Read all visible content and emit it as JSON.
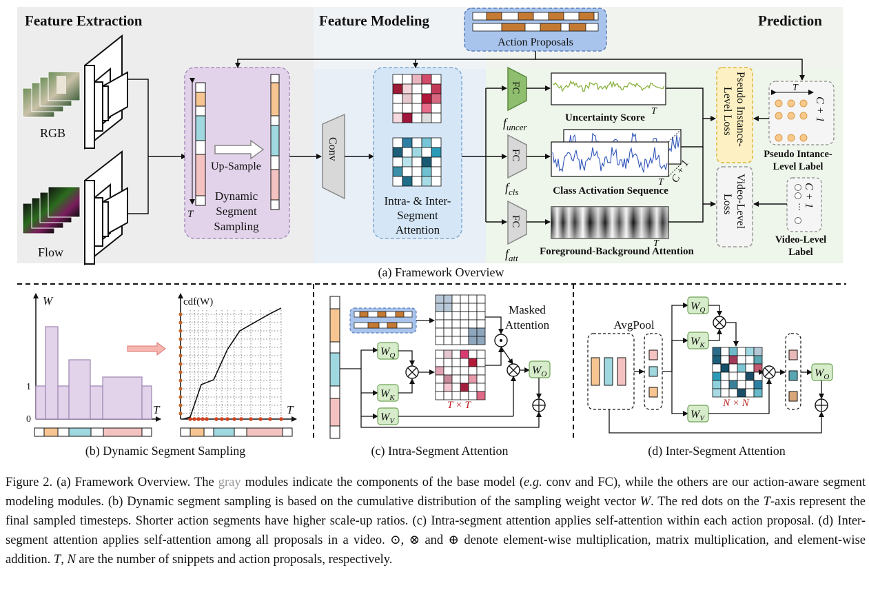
{
  "panel_a": {
    "sections": {
      "feature_extraction": "Feature Extraction",
      "feature_modeling": "Feature Modeling",
      "prediction": "Prediction"
    },
    "rgb_label": "RGB",
    "flow_label": "Flow",
    "upsample_label": "Up-Sample",
    "t_label": "T",
    "dss_line1": "Dynamic",
    "dss_line2": "Segment",
    "dss_line3": "Sampling",
    "conv_label": "Conv",
    "attn_line1": "Intra- & Inter-",
    "attn_line2": "Segment",
    "attn_line3": "Attention",
    "action_proposals": "Action Proposals",
    "fc_label": "FC",
    "f_uncer": "f",
    "f_uncer_sub": "uncer",
    "f_cls": "f",
    "f_cls_sub": "cls",
    "f_att": "f",
    "f_att_sub": "att",
    "uncertainty_score": "Uncertainty Score",
    "class_activation_sequence": "Class Activation Sequence",
    "fg_bg_attention": "Foreground-Background Attention",
    "c_plus_1": "C + 1",
    "pseudo_loss_line1": "Pseudo Instance-",
    "pseudo_loss_line2": "Level Loss",
    "video_loss_line1": "Video-Level",
    "video_loss_line2": "Loss",
    "pseudo_label_line1": "Pseudo Intance-",
    "pseudo_label_line2": "Level Label",
    "video_label_line1": "Video-Level",
    "video_label_line2": "Label",
    "caption": "(a) Framework Overview"
  },
  "panel_b": {
    "w_axis": "W",
    "cdf_axis": "cdf(W)",
    "tick_1": "1",
    "tick_0": "0",
    "t_axis": "T",
    "caption": "(b) Dynamic Segment Sampling"
  },
  "panel_c": {
    "masked_line1": "Masked",
    "masked_line2": "Attention",
    "wq": "Q",
    "wk": "K",
    "wv": "V",
    "wo": "O",
    "txt": "T × T",
    "caption": "(c) Intra-Segment Attention"
  },
  "panel_d": {
    "avgpool": "AvgPool",
    "nxn": "N × N",
    "caption": "(d) Inter-Segment Attention"
  },
  "figure_caption": {
    "p1": "Figure 2.  (a) Framework Overview. The ",
    "gray_word": "gray",
    "p2": " modules indicate the components of the base model (",
    "eg": "e.g.",
    "p3": " conv and FC), while the others are our action-aware segment modeling modules. (b) Dynamic segment sampling is based on the cumulative distribution of the sampling weight vector ",
    "w": "W",
    "p4": ". The red dots on the ",
    "t": "T",
    "p5": "-axis represent the final sampled timesteps. Shorter action segments have higher scale-up ratios. (c) Intra-segment attention applies self-attention within each action proposal. (d) Inter-segment attention applies self-attention among all proposals in a video. ⊙, ⊗ and ⊕ denote element-wise multiplication, matrix multiplication, and element-wise addition. ",
    "t2": "T",
    "p6": ", ",
    "n": "N",
    "p7": " are the number of snippets and action proposals, respectively."
  },
  "colors": {
    "orange": "#f6c591",
    "teal": "#9fd8de",
    "pink": "#f4c2c0",
    "purple_panel": "#e2d3ea",
    "blue_panel": "#d5e6f6",
    "green_bg": "#eef5ea",
    "wbox": "#d6ecca",
    "proposal": "#c57a33"
  }
}
